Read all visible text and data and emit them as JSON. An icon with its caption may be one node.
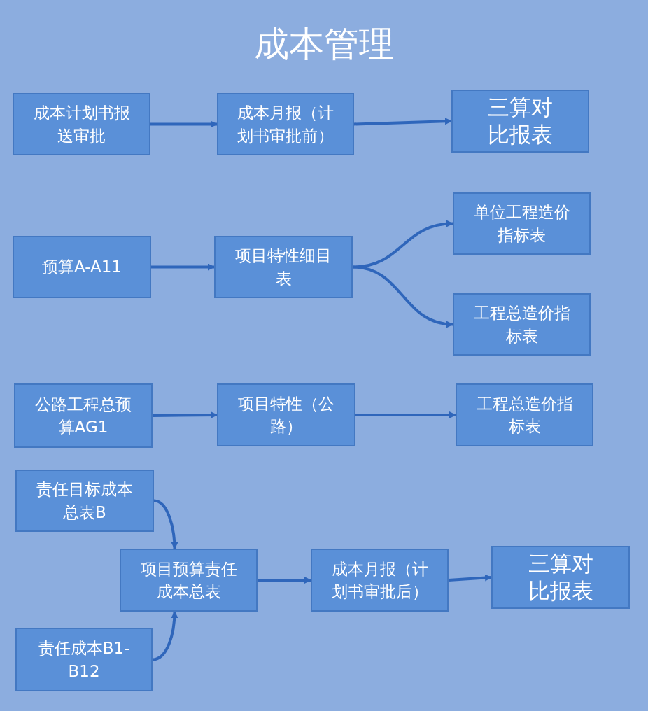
{
  "diagram": {
    "title": "成本管理",
    "nodes": [
      {
        "text": [
          "成本计划书报送审批"
        ]
      },
      {
        "text": [
          "成本月报（计划书审批前）"
        ]
      },
      {
        "text": [
          "三算对比报表"
        ]
      },
      {
        "text": [
          "预算A-A11"
        ]
      },
      {
        "text": [
          "项目特性细目表"
        ]
      },
      {
        "text": [
          "单位工程造价指标表"
        ]
      },
      {
        "text": [
          "工程总造价指标表"
        ]
      },
      {
        "text": [
          "公路工程总预算AG1"
        ]
      },
      {
        "text": [
          "项目特性（公路）"
        ]
      },
      {
        "text": [
          "工程总造价指标表"
        ]
      },
      {
        "text": [
          "责任目标成本总表B"
        ]
      },
      {
        "text": [
          "项目预算责任成本总表"
        ]
      },
      {
        "text": [
          "成本月报（计划书审批后）"
        ]
      },
      {
        "text": [
          "三算对比报表"
        ]
      },
      {
        "text": [
          "责任成本B1-B12"
        ]
      }
    ],
    "edges": [
      {
        "from": 0,
        "to": 1,
        "arrow": "to"
      },
      {
        "from": 1,
        "to": 2,
        "arrow": "to"
      },
      {
        "from": 3,
        "to": 4,
        "arrow": "to"
      },
      {
        "from": 4,
        "to": 5,
        "arrow": "to"
      },
      {
        "from": 4,
        "to": 6,
        "arrow": "to"
      },
      {
        "from": 7,
        "to": 8,
        "arrow": "to"
      },
      {
        "from": 8,
        "to": 9,
        "arrow": "to"
      },
      {
        "from": 10,
        "to": 11,
        "arrow": "to"
      },
      {
        "from": 14,
        "to": 11,
        "arrow": "to"
      },
      {
        "from": 11,
        "to": 12,
        "arrow": "to"
      },
      {
        "from": 12,
        "to": 13,
        "arrow": "to"
      }
    ]
  }
}
